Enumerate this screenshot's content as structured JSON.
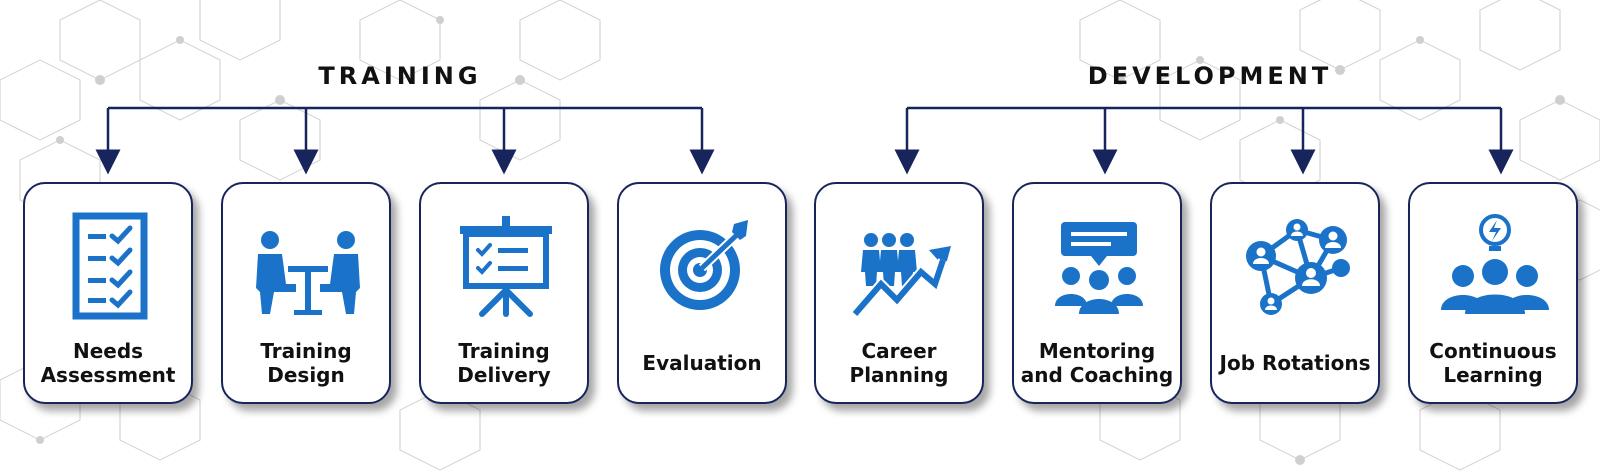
{
  "colors": {
    "accent": "#1a73c8",
    "line": "#17255c",
    "text": "#111111"
  },
  "training": {
    "heading": "TRAINING",
    "items": [
      {
        "icon": "checklist-icon",
        "label": "Needs Assessment"
      },
      {
        "icon": "meeting-table-icon",
        "label": "Training Design"
      },
      {
        "icon": "presentation-board-icon",
        "label": "Training Delivery"
      },
      {
        "icon": "target-arrow-icon",
        "label": "Evaluation"
      }
    ]
  },
  "development": {
    "heading": "DEVELOPMENT",
    "items": [
      {
        "icon": "career-growth-icon",
        "label": "Career Planning"
      },
      {
        "icon": "mentoring-group-icon",
        "label": "Mentoring and Coaching"
      },
      {
        "icon": "network-people-icon",
        "label": "Job Rotations"
      },
      {
        "icon": "idea-team-icon",
        "label": "Continuous Learning"
      }
    ]
  }
}
